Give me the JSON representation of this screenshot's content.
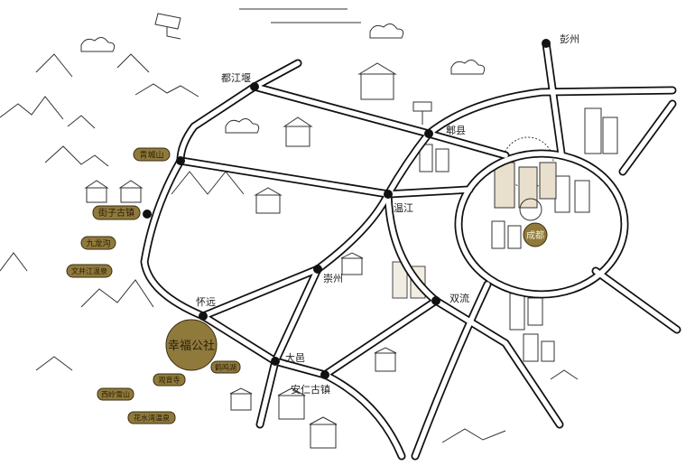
{
  "map": {
    "city_labels": {
      "pengzhou": "彭州",
      "dujiangyan": "都江堰",
      "pixian": "郫县",
      "wenjiang": "温江",
      "chongzhou": "崇州",
      "shuangliu": "双流",
      "huaiyuan": "怀远",
      "dayi": "大邑",
      "anren": "安仁古镇"
    },
    "attraction_labels": {
      "qingchengshan": "青城山",
      "jiezi": "街子古镇",
      "jiulonggou": "九龙沟",
      "wenjingjiang": "文井江温泉",
      "guanyinsi": "观音寺",
      "lake": "鹤鸣湖",
      "xilingxueshan": "西岭雪山",
      "huashuiwan": "花水湾温泉"
    },
    "center_city": "成都",
    "highlight": "幸福公社",
    "colors": {
      "pill": "#8f7a3c",
      "road": "#111111"
    }
  }
}
